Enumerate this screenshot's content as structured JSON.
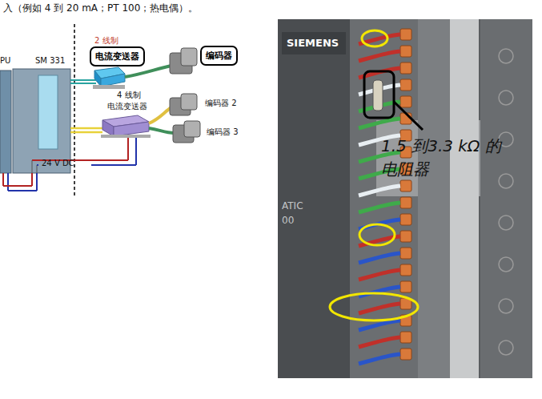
{
  "diagram": {
    "nodes": [
      {
        "text": [
          "2 线制",
          "电流变送器"
        ]
      },
      {
        "text": [
          "编码器"
        ]
      }
    ],
    "labels": [
      "入（例如 4 到 20 mA；PT 100；热电偶）。",
      "PU",
      "SM 331",
      "4 线制",
      "电流变送器",
      "编码器 2",
      "编码器 3",
      "24 V DC",
      "SIEMENS",
      "ATIC",
      "00",
      "1.5 到3.3 kΩ 的 电阻器"
    ]
  }
}
